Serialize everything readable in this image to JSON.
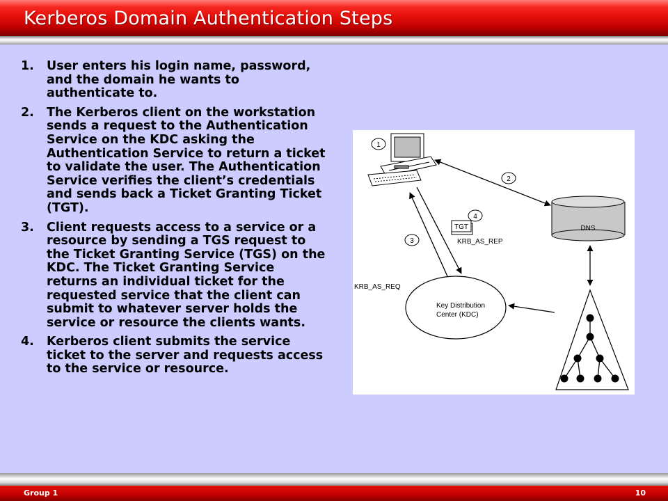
{
  "slide": {
    "title": "Kerberos Domain Authentication Steps",
    "footer_left": "Group 1",
    "page_number": "10"
  },
  "steps": [
    {
      "number": "1.",
      "text": "User enters his login name, password, and the domain he wants to authenticate to."
    },
    {
      "number": "2.",
      "text": "The Kerberos client on the workstation sends a request to the Authentication Service on the KDC asking the Authentication Service to return a ticket to validate the user. The Authentication Service verifies the client’s credentials and sends back a Ticket Granting Ticket (TGT)."
    },
    {
      "number": "3.",
      "text": "Client requests access to a service or a resource by sending a TGS request to the Ticket Granting Service (TGS) on the KDC. The Ticket Granting Service returns an individual ticket for the requested service that the client can submit to whatever server holds the service or resource the clients wants."
    },
    {
      "number": "4.",
      "text": "Kerberos client submits the service ticket to the server and requests access to the service or resource."
    }
  ],
  "diagram": {
    "callouts": [
      "1",
      "2",
      "3",
      "4"
    ],
    "tgt_label": "TGT",
    "krb_as_rep": "KRB_AS_REP",
    "krb_as_req": "KRB_AS_REQ",
    "dns_label": "DNS",
    "kdc_line1": "Key Distribution",
    "kdc_line2": "Center (KDC)",
    "icons": [
      "workstation-icon",
      "dns-database-icon",
      "domain-tree-icon"
    ]
  },
  "colors": {
    "title_bar": "#e5100a",
    "content_bg": "#ccccff",
    "diagram_bg": "#ffffff",
    "dns_fill": "#c8c8c8"
  }
}
